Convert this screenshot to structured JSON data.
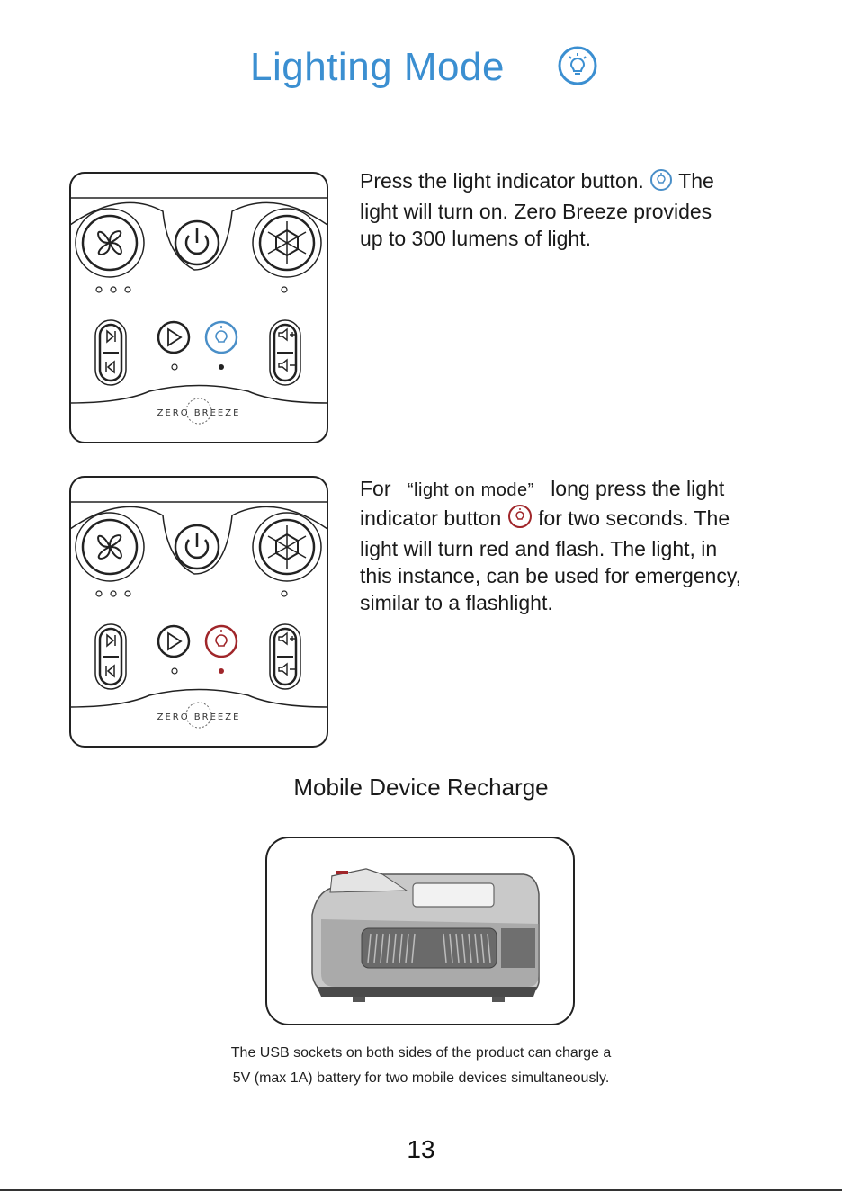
{
  "header": {
    "title": "Lighting Mode",
    "title_icon": "light-indicator-icon",
    "accent_color": "#3b8fd1"
  },
  "panel_brand": "ZERO BREEZE",
  "section1": {
    "line1_a": "Press the light indicator button.",
    "line1_b": "The",
    "line2": "light will turn on. Zero Breeze provides",
    "line3": "up to 300 lumens of light.",
    "indicator_color": "#4a8fc8"
  },
  "section2": {
    "line1_a": "For",
    "line1_quote": "“light on mode”",
    "line1_b": "long press the light",
    "line2_a": "indicator button",
    "line2_b": "for two seconds. The",
    "line3": "light will turn red and flash. The light, in",
    "line4": "this instance, can be used for emergency,",
    "line5": "similar to a flashlight.",
    "indicator_color": "#a0262a"
  },
  "recharge": {
    "heading": "Mobile Device Recharge",
    "caption_line1": "The USB sockets on both sides of the product can charge a",
    "caption_line2": "5V (max 1A) battery for two mobile devices simultaneously."
  },
  "page_number": "13"
}
